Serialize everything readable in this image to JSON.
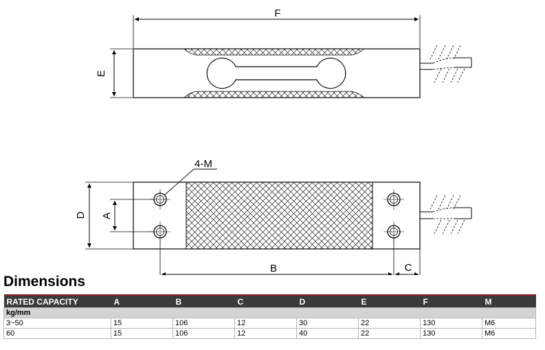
{
  "drawing": {
    "labels": {
      "F": "F",
      "E": "E",
      "D": "D",
      "A": "A",
      "B": "B",
      "C": "C",
      "M": "4-M"
    }
  },
  "dimensions": {
    "title": "Dimensions",
    "columns": [
      "RATED CAPACITY",
      "A",
      "B",
      "C",
      "D",
      "E",
      "F",
      "M"
    ],
    "unit": "kg/mm",
    "rows": [
      [
        "3~50",
        "15",
        "106",
        "12",
        "30",
        "22",
        "130",
        "M6"
      ],
      [
        "60",
        "15",
        "106",
        "12",
        "40",
        "22",
        "130",
        "M6"
      ]
    ]
  }
}
